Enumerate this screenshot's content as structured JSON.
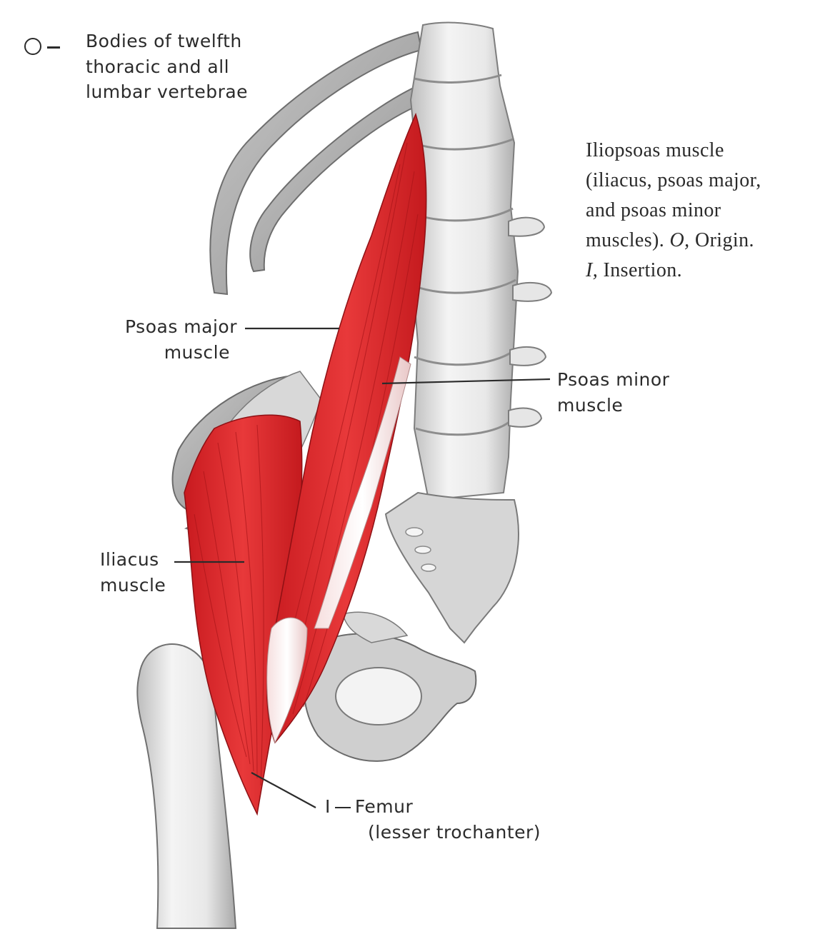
{
  "figure": {
    "caption": {
      "line1": "Iliopsoas muscle",
      "line2": "(iliacus, psoas major,",
      "line3": "and psoas minor",
      "line4_prefix": "muscles). ",
      "line4_italic": "O,",
      "line4_suffix": " Origin.",
      "line5_italic": "I,",
      "line5_suffix": " Insertion."
    },
    "labels": {
      "origin": {
        "marker": "O",
        "line1": "Bodies of twelfth",
        "line2": "thoracic and all",
        "line3": "lumbar vertebrae"
      },
      "psoas_major": {
        "line1": "Psoas major",
        "line2": "muscle"
      },
      "psoas_minor": {
        "line1": "Psoas minor",
        "line2": "muscle"
      },
      "iliacus": {
        "line1": "Iliacus",
        "line2": "muscle"
      },
      "insertion": {
        "marker": "I",
        "line1": "Femur",
        "line2": "(lesser trochanter)"
      }
    },
    "colors": {
      "muscle": "#e0292c",
      "muscle_dark": "#b3161b",
      "bone": "#ededed",
      "bone_shadow": "#9a9a9a",
      "ink": "#2b2b2b"
    }
  }
}
